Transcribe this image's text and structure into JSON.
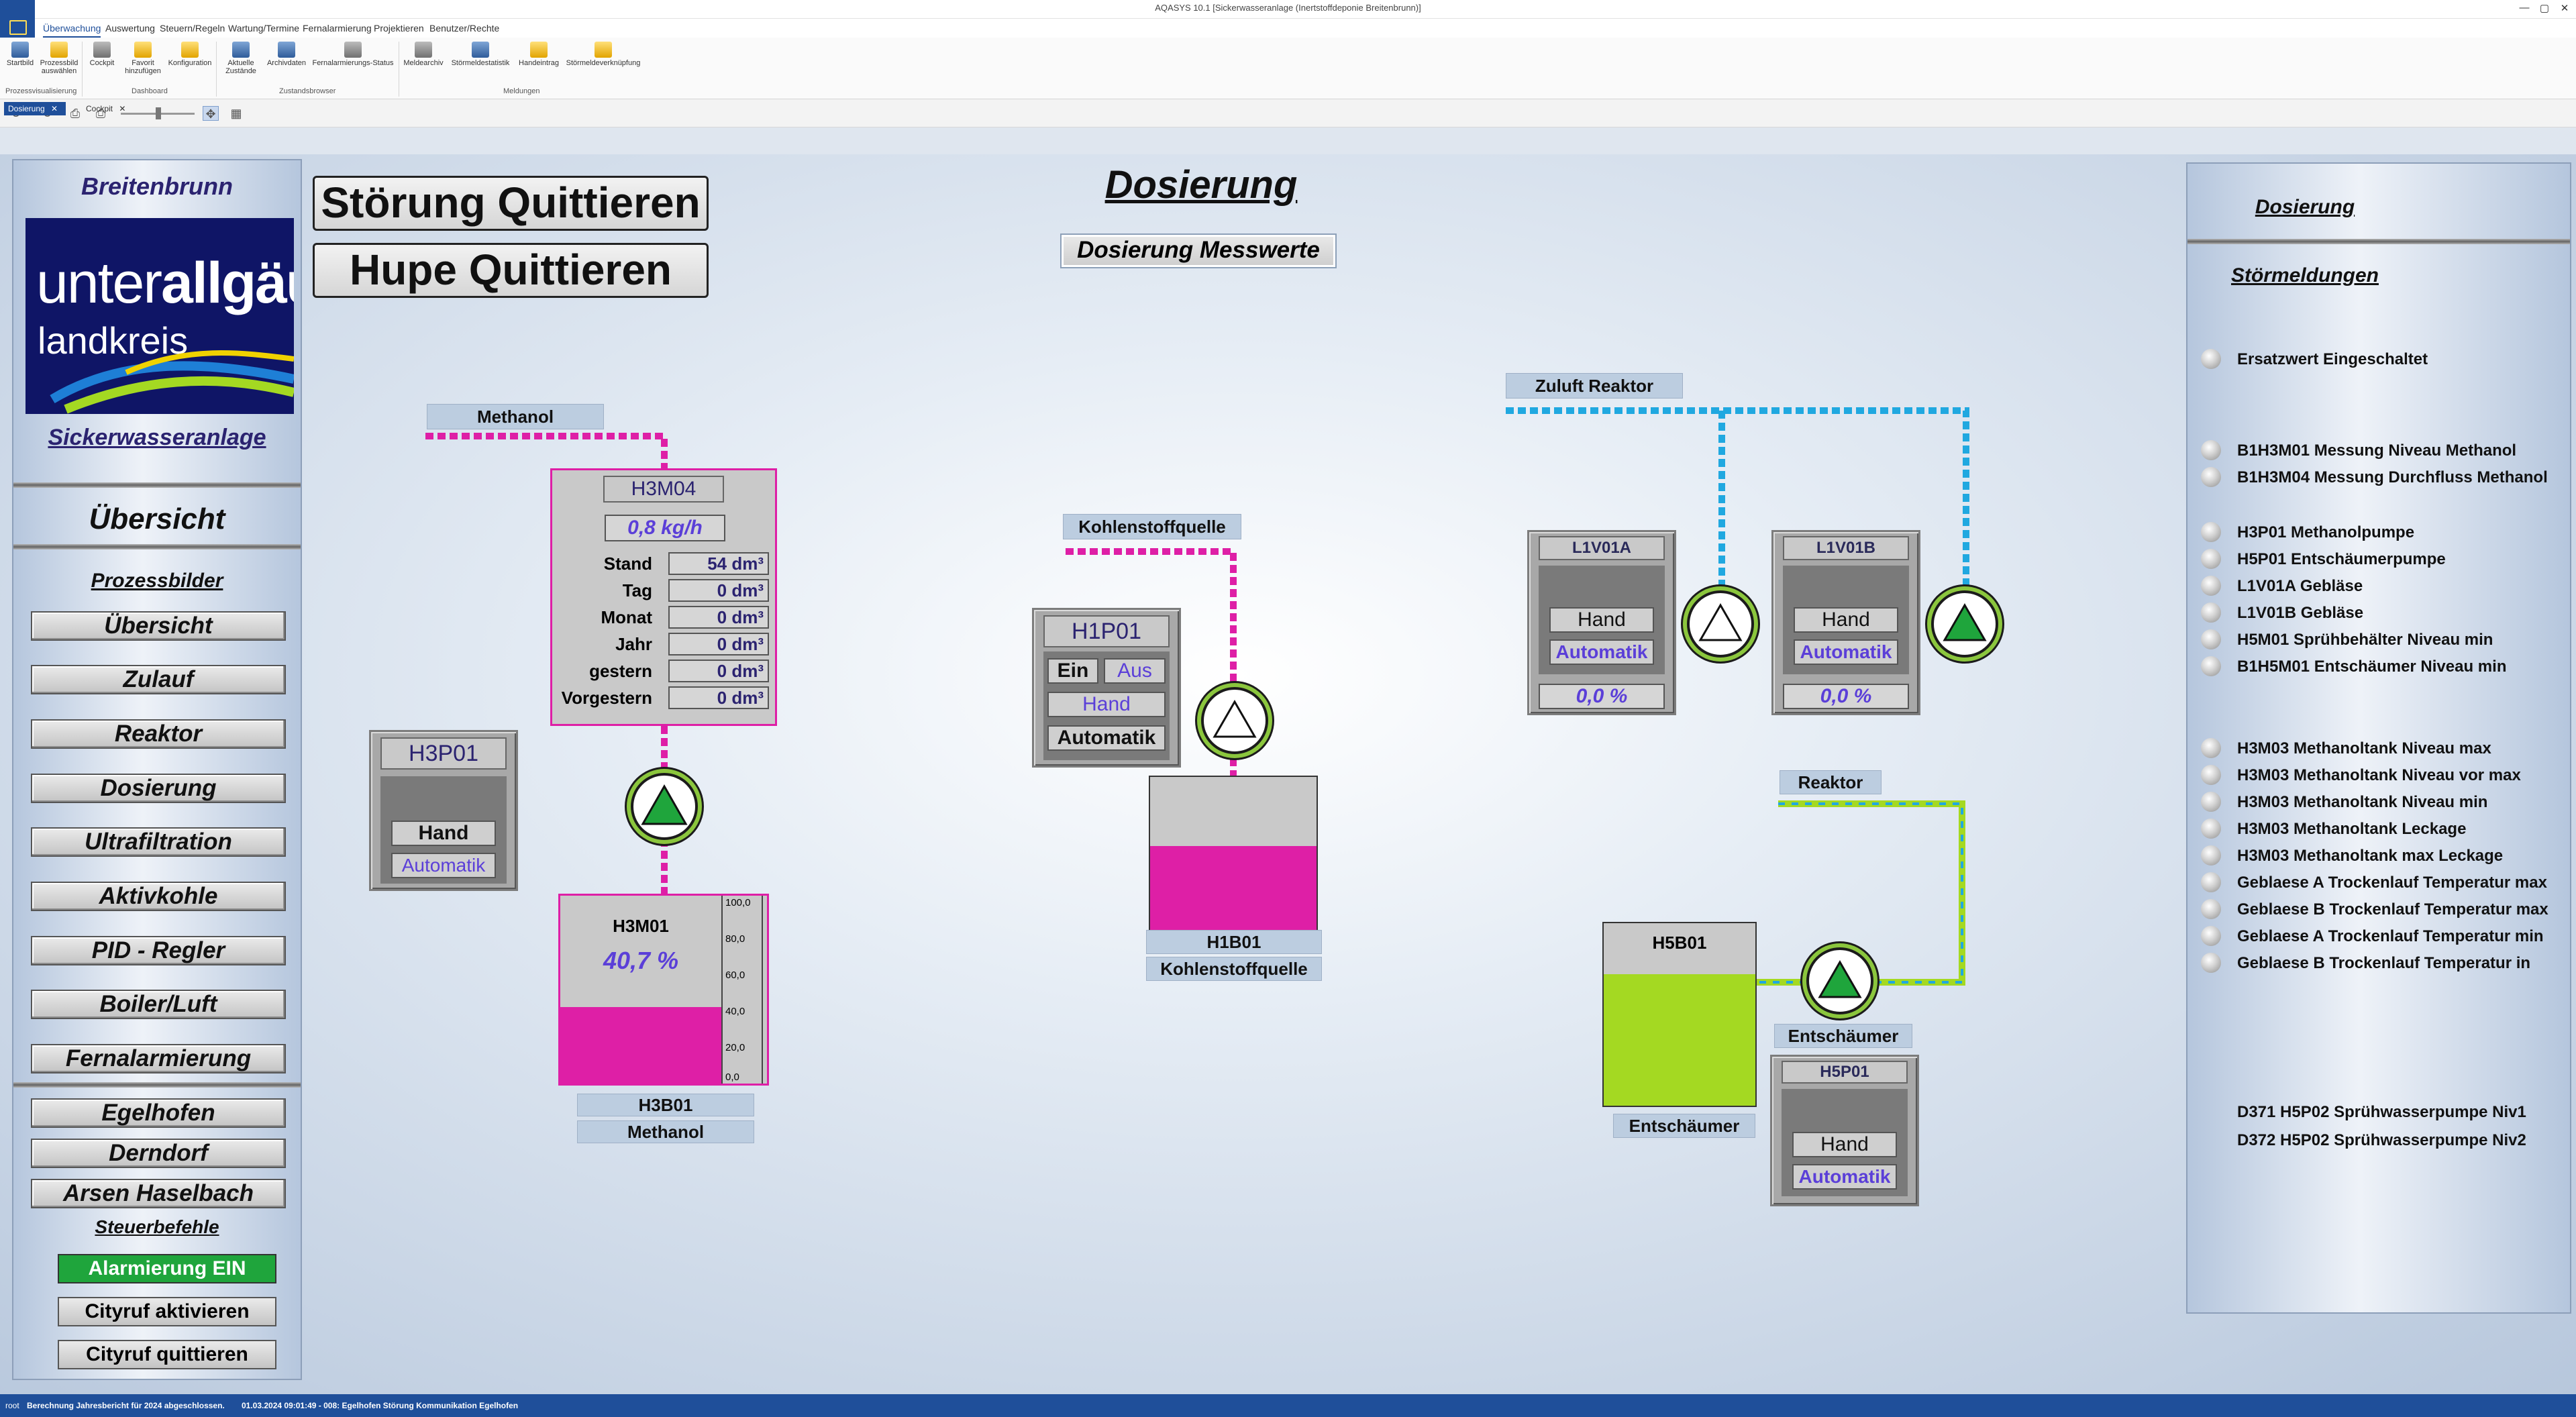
{
  "window": {
    "title": "AQASYS 10.1 [Sickerwasseranlage (Inertstoffdeponie Breitenbrunn)]",
    "controls": [
      "—",
      "▢",
      "✕"
    ]
  },
  "menu": {
    "tabs": [
      "Überwachung",
      "Auswertung",
      "Steuern/Regeln",
      "Wartung/Termine",
      "Fernalarmierung",
      "Projektieren",
      "Benutzer/Rechte"
    ],
    "active": "Überwachung"
  },
  "ribbon": {
    "buttons": [
      {
        "label1": "Startbild",
        "label2": ""
      },
      {
        "label1": "Prozessbild",
        "label2": "auswählen"
      },
      {
        "label1": "Cockpit",
        "label2": ""
      },
      {
        "label1": "Favorit",
        "label2": "hinzufügen"
      },
      {
        "label1": "Konfiguration",
        "label2": ""
      },
      {
        "label1": "Aktuelle",
        "label2": "Zustände"
      },
      {
        "label1": "Archivdaten",
        "label2": ""
      },
      {
        "label1": "Fernalarmierungs-Status",
        "label2": ""
      },
      {
        "label1": "Meldearchiv",
        "label2": ""
      },
      {
        "label1": "Störmeldestatistik",
        "label2": ""
      },
      {
        "label1": "Handeintrag",
        "label2": ""
      },
      {
        "label1": "Störmeldeverknüpfung",
        "label2": ""
      }
    ],
    "groups": [
      "Prozessvisualisierung",
      "Dashboard",
      "Zustandsbrowser",
      "Meldungen"
    ]
  },
  "doctabs": [
    {
      "label": "Dosierung",
      "close": "✕"
    },
    {
      "label": "Cockpit",
      "close": "✕"
    }
  ],
  "sidebar": {
    "site": "Breitenbrunn",
    "logo_line1": "unter",
    "logo_line1b": "allgäu",
    "logo_line2": "landkreis",
    "plant_link": "Sickerwasseranlage",
    "overview_heading": "Übersicht",
    "section_process": "Prozessbilder",
    "nav": [
      "Übersicht",
      "Zulauf",
      "Reaktor",
      "Dosierung",
      "Ultrafiltration",
      "Aktivkohle",
      "PID - Regler",
      "Boiler/Luft",
      "Fernalarmierung"
    ],
    "sites": [
      "Egelhofen",
      "Derndorf",
      "Arsen Haselbach"
    ],
    "section_commands": "Steuerbefehle",
    "alarm_btn": "Alarmierung EIN",
    "cityruf_activate": "Cityruf aktivieren",
    "cityruf_ack": "Cityruf quittieren"
  },
  "main": {
    "ack_fault": "Störung Quittieren",
    "ack_horn": "Hupe Quittieren",
    "title": "Dosierung",
    "measurements_btn": "Dosierung Messwerte",
    "methanol_tag": "Methanol",
    "h3m04": {
      "name": "H3M04",
      "flow": "0,8 kg/h",
      "rows": [
        {
          "label": "Stand",
          "value": "54 dm³"
        },
        {
          "label": "Tag",
          "value": "0 dm³"
        },
        {
          "label": "Monat",
          "value": "0 dm³"
        },
        {
          "label": "Jahr",
          "value": "0 dm³"
        },
        {
          "label": "gestern",
          "value": "0 dm³"
        },
        {
          "label": "Vorgestern",
          "value": "0 dm³"
        }
      ]
    },
    "h3p01": {
      "name": "H3P01",
      "hand": "Hand",
      "auto": "Automatik"
    },
    "h3m01": {
      "name": "H3M01",
      "level_text": "40,7 %",
      "level": 40.7,
      "scale": [
        "100,0",
        "80,0",
        "60,0",
        "40,0",
        "20,0",
        "0,0"
      ]
    },
    "h3b01": {
      "name": "H3B01",
      "desc": "Methanol"
    },
    "kohlenstoff_tag": "Kohlenstoffquelle",
    "h1p01": {
      "name": "H1P01",
      "ein": "Ein",
      "aus": "Aus",
      "hand": "Hand",
      "auto": "Automatik"
    },
    "h1b01": {
      "name": "H1B01",
      "desc": "Kohlenstoffquelle",
      "level": 55
    },
    "zuluft_tag": "Zuluft Reaktor",
    "l1v01a": {
      "name": "L1V01A",
      "hand": "Hand",
      "auto": "Automatik",
      "value": "0,0 %"
    },
    "l1v01b": {
      "name": "L1V01B",
      "hand": "Hand",
      "auto": "Automatik",
      "value": "0,0 %"
    },
    "reaktor_tag": "Reaktor",
    "h5b01": {
      "name": "H5B01",
      "desc": "Entschäumer",
      "level": 72
    },
    "entschaeumer_tag": "Entschäumer",
    "h5p01": {
      "name": "H5P01",
      "hand": "Hand",
      "auto": "Automatik"
    }
  },
  "right": {
    "link_dosierung": "Dosierung",
    "heading": "Störmeldungen",
    "alarms": [
      "Ersatzwert Eingeschaltet",
      "B1H3M01 Messung Niveau Methanol",
      "B1H3M04 Messung Durchfluss Methanol",
      "H3P01 Methanolpumpe",
      "H5P01 Entschäumerpumpe",
      "L1V01A Gebläse",
      "L1V01B Gebläse",
      "H5M01 Sprühbehälter Niveau min",
      "B1H5M01 Entschäumer Niveau min",
      "H3M03 Methanoltank Niveau max",
      "H3M03 Methanoltank Niveau vor max",
      "H3M03 Methanoltank Niveau min",
      "H3M03 Methanoltank Leckage",
      "H3M03 Methanoltank max Leckage",
      "Geblaese A Trockenlauf Temperatur max",
      "Geblaese B Trockenlauf Temperatur max",
      "Geblaese A Trockenlauf Temperatur min",
      "Geblaese B Trockenlauf Temperatur in"
    ],
    "extra": [
      "D371 H5P02 Sprühwasserpumpe Niv1",
      "D372 H5P02 Sprühwasserpumpe Niv2"
    ]
  },
  "status": {
    "user": "root",
    "msg1": "Berechnung Jahresbericht für 2024 abgeschlossen.",
    "msg2": "01.03.2024 09:01:49 - 008: Egelhofen Störung Kommunikation Egelhofen"
  },
  "colors": {
    "magenta": "#de1fa6",
    "lime": "#a4d922",
    "cyan": "#20a8e0",
    "alarm_green": "#1fa53c"
  }
}
